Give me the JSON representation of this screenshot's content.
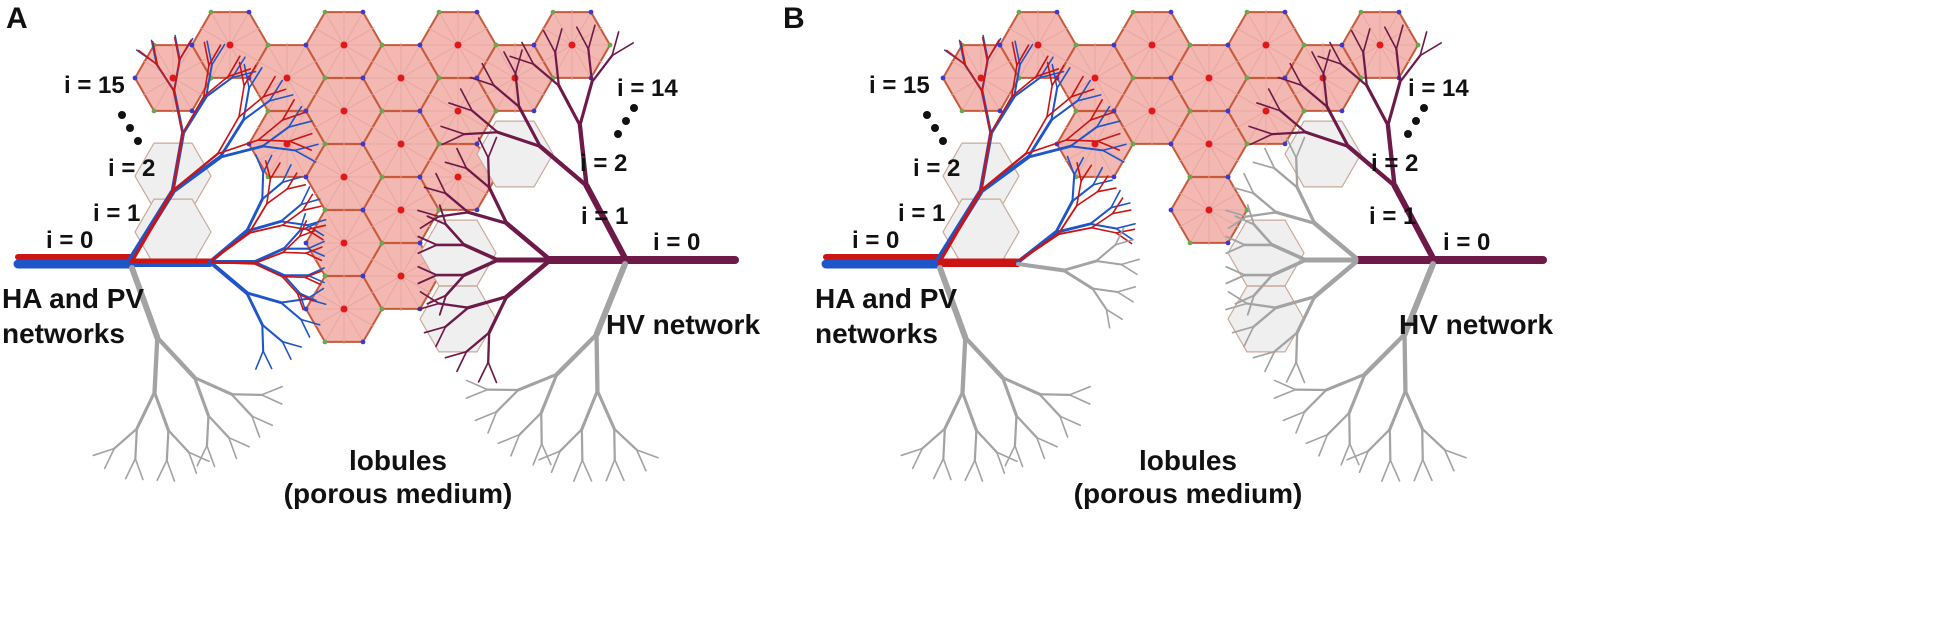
{
  "colors": {
    "ha": "#cc1414",
    "pv": "#1e55c8",
    "hv": "#6e1a48",
    "gray": "#a3a3a3",
    "hex_fill": "#f2b8b1",
    "hex_edge": "#c85a3c",
    "node": "#e01818"
  },
  "panels": [
    {
      "label": "A",
      "left_labels": {
        "top": "i = 15",
        "mid": "i = 2",
        "one": "i = 1",
        "zero": "i = 0"
      },
      "right_labels": {
        "top": "i = 14",
        "mid": "i = 2",
        "one": "i = 1",
        "zero": "i = 0"
      },
      "left_network": [
        "HA and PV",
        "networks"
      ],
      "right_network": "HV network",
      "lobules": [
        "lobules",
        "(porous medium)"
      ]
    },
    {
      "label": "B",
      "left_labels": {
        "top": "i = 15",
        "mid": "i = 2",
        "one": "i = 1",
        "zero": "i = 0"
      },
      "right_labels": {
        "top": "i = 14",
        "mid": "i = 2",
        "one": "i = 1",
        "zero": "i = 0"
      },
      "left_network": [
        "HA and PV",
        "networks"
      ],
      "right_network": "HV network",
      "lobules": [
        "lobules",
        "(porous medium)"
      ]
    }
  ]
}
